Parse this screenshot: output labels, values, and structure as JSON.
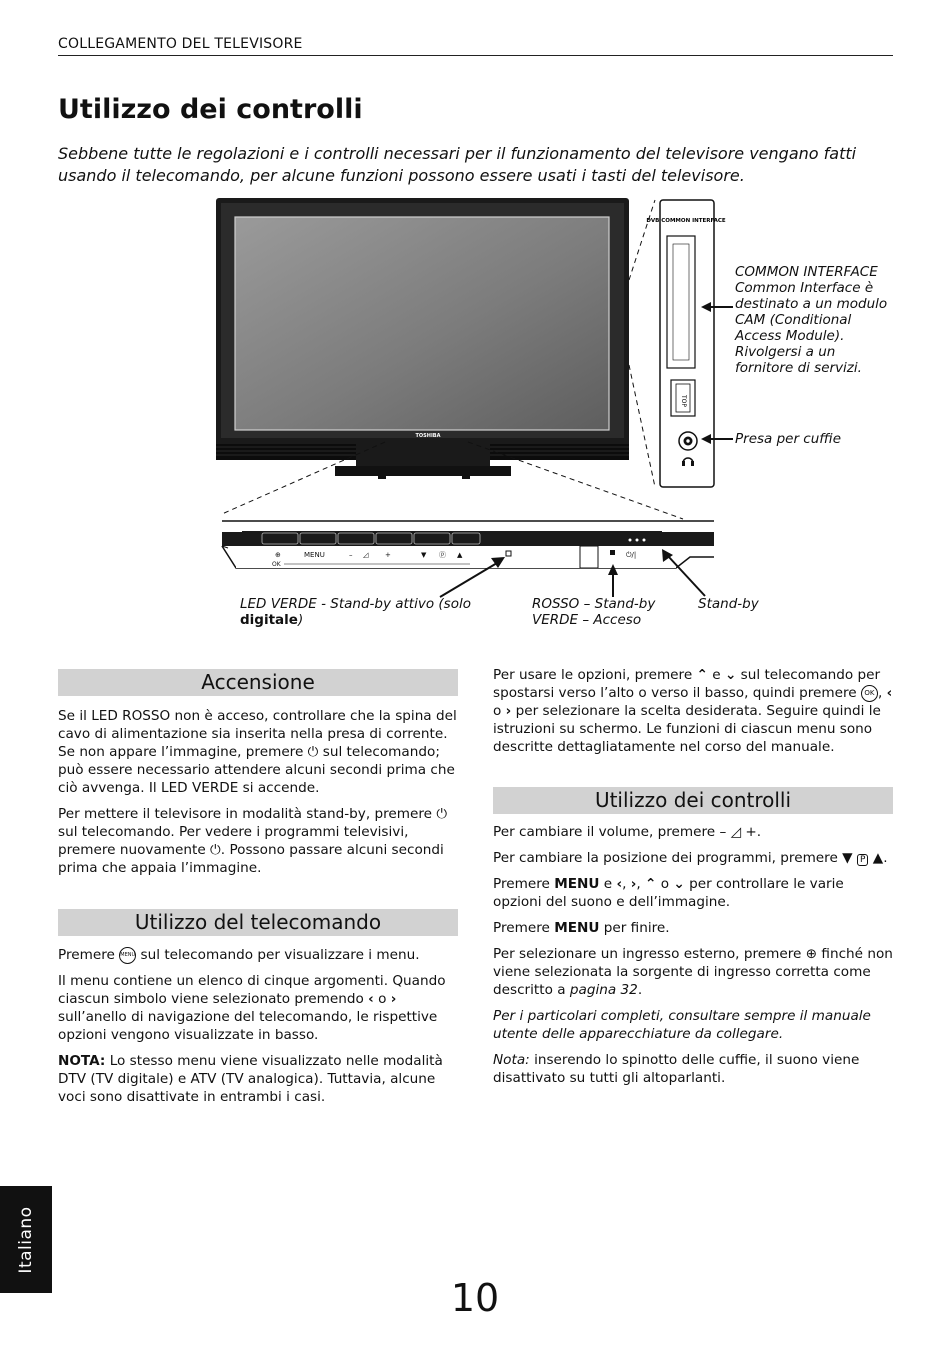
{
  "header": "COLLEGAMENTO DEL TELEVISORE",
  "title": "Utilizzo dei controlli",
  "intro": "Sebbene tutte le regolazioni e i controlli necessari per il funzionamento del televisore vengano fatti usando il telecomando, per alcune funzioni possono essere usati i tasti del televisore.",
  "diagram": {
    "brand": "TOSHIBA",
    "ci_slot_label": "DVB COMMON INTERFACE",
    "top_label": "TOP",
    "panel_labels": {
      "menu": "MENU",
      "ok": "OK",
      "minus": "–",
      "plus": "+"
    },
    "callout_ci_title": "COMMON INTERFACE",
    "callout_ci_body": "Common Interface è destinato a un modulo CAM (Conditional Access Module). Rivolgersi a un fornitore di servizi.",
    "callout_headphone": "Presa per cuffie",
    "callout_led_green_a": "LED VERDE - Stand-by attivo (solo",
    "callout_led_green_b": "digitale",
    "callout_rosso": "ROSSO – Stand-by",
    "callout_verde": "VERDE – Acceso",
    "callout_standby": "Stand-by"
  },
  "accensione": {
    "heading": "Accensione",
    "p1a": "Se il LED ROSSO non è acceso, controllare che la spina del cavo di alimentazione sia inserita nella presa di corrente. Se non appare l’immagine, premere",
    "p1b": "sul telecomando; può essere necessario attendere alcuni secondi prima che ciò avvenga. Il LED VERDE si accende.",
    "p2a": "Per mettere il televisore in modalità stand-by, premere",
    "p2b": "sul telecomando. Per vedere i programmi televisivi, premere nuovamente",
    "p2c": ". Possono passare alcuni secondi prima che appaia l’immagine."
  },
  "telecomando": {
    "heading": "Utilizzo del telecomando",
    "p1a": "Premere",
    "p1b": "sul telecomando per visualizzare i menu.",
    "p2a": "Il menu contiene un elenco di cinque argomenti. Quando ciascun simbolo viene selezionato premendo",
    "p2o": "o",
    "p2b": "sull’anello di navigazione del telecomando, le rispettive opzioni vengono visualizzate in basso.",
    "nota_label": "NOTA:",
    "nota_text": "Lo stesso menu viene visualizzato nelle modalità DTV (TV digitale) e ATV (TV analogica). Tuttavia, alcune voci sono disattivate in entrambi i casi."
  },
  "right": {
    "p1a": "Per usare le opzioni, premere",
    "p1e": "e",
    "p1b": "sul telecomando per spostarsi verso l’alto o verso il basso, quindi premere",
    "p1o": "o",
    "p1c": "per selezionare la scelta desiderata. Seguire quindi le istruzioni su schermo. Le funzioni di ciascun menu sono descritte dettagliatamente nel corso del manuale.",
    "heading": "Utilizzo dei controlli",
    "c1a": "Per cambiare il volume, premere –",
    "c1b": "+.",
    "c2a": "Per cambiare la posizione dei programmi, premere",
    "c3a": "Premere",
    "c3menu": "MENU",
    "c3b": "e",
    "c3o": "o",
    "c3c": "per controllare le varie opzioni del suono e dell’immagine.",
    "c4a": "Premere",
    "c4menu": "MENU",
    "c4b": "per finire.",
    "c5a": "Per selezionare un ingresso esterno, premere",
    "c5b": "finché non viene selezionata la sorgente di ingresso corretta come descritto a",
    "c5page": "pagina 32",
    "c6": "Per i particolari completi, consultare sempre il manuale utente delle apparecchiature da collegare.",
    "c7label": "Nota:",
    "c7text": "inserendo lo spinotto delle cuffie, il suono viene disattivato su tutti gli altoparlanti."
  },
  "side_tab": "Italiano",
  "page_number": "10"
}
